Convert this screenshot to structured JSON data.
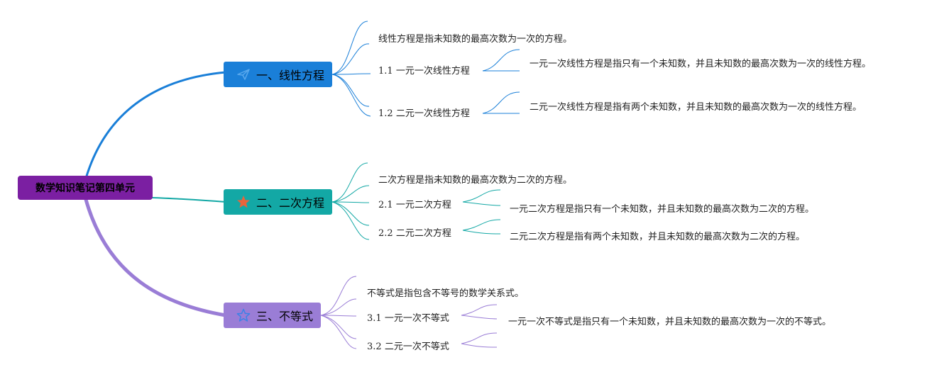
{
  "root": {
    "label": "数学知识笔记第四单元"
  },
  "branches": [
    {
      "label": "一、线性方程",
      "icon": "paper-plane-icon",
      "color": "#1a7fd8",
      "intro": "线性方程是指未知数的最高次数为一次的方程。",
      "subs": [
        {
          "num": "1.1",
          "label": "一元一次线性方程",
          "desc": "一元一次线性方程是指只有一个未知数，并且未知数的最高次数为一次的线性方程。"
        },
        {
          "num": "1.2",
          "label": "二元一次线性方程",
          "desc": "二元一次线性方程是指有两个未知数，并且未知数的最高次数为一次的线性方程。"
        }
      ]
    },
    {
      "label": "二、二次方程",
      "icon": "star-filled-icon",
      "color": "#13a8a5",
      "intro": "二次方程是指未知数的最高次数为二次的方程。",
      "subs": [
        {
          "num": "2.1",
          "label": "一元二次方程",
          "desc": "一元二次方程是指只有一个未知数，并且未知数的最高次数为二次的方程。"
        },
        {
          "num": "2.2",
          "label": "二元二次方程",
          "desc": "二元二次方程是指有两个未知数，并且未知数的最高次数为二次的方程。"
        }
      ]
    },
    {
      "label": "三、不等式",
      "icon": "star-outline-icon",
      "color": "#9a7dd6",
      "intro": "不等式是指包含不等号的数学关系式。",
      "subs": [
        {
          "num": "3.1",
          "label": "一元一次不等式",
          "desc": "一元一次不等式是指只有一个未知数，并且未知数的最高次数为一次的不等式。"
        },
        {
          "num": "3.2",
          "label": "二元一次不等式",
          "desc": ""
        }
      ]
    }
  ],
  "colors": {
    "root": "#7b1fa2",
    "star_fill": "#e8643c"
  }
}
